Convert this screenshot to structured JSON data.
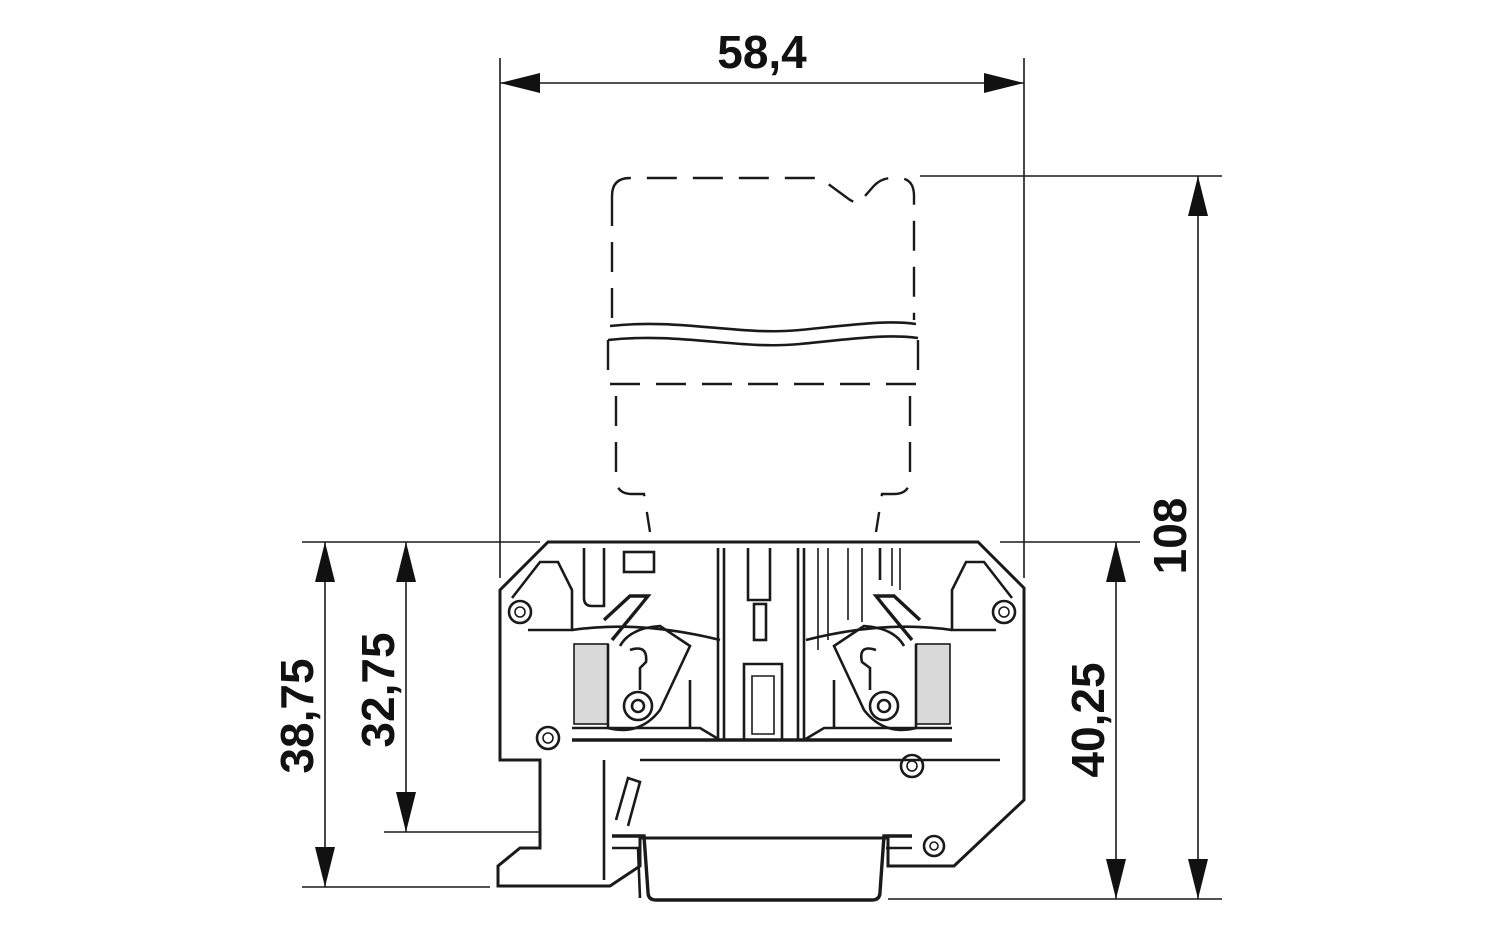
{
  "diagram": {
    "dimensions": {
      "width_top": "58,4",
      "height_total": "108",
      "height_left_outer": "38,75",
      "height_left_inner": "32,75",
      "height_right": "40,25"
    },
    "colors": {
      "line": "#1a1a1a",
      "contact_insert": "#d9d9d9",
      "background": "#ffffff"
    }
  }
}
